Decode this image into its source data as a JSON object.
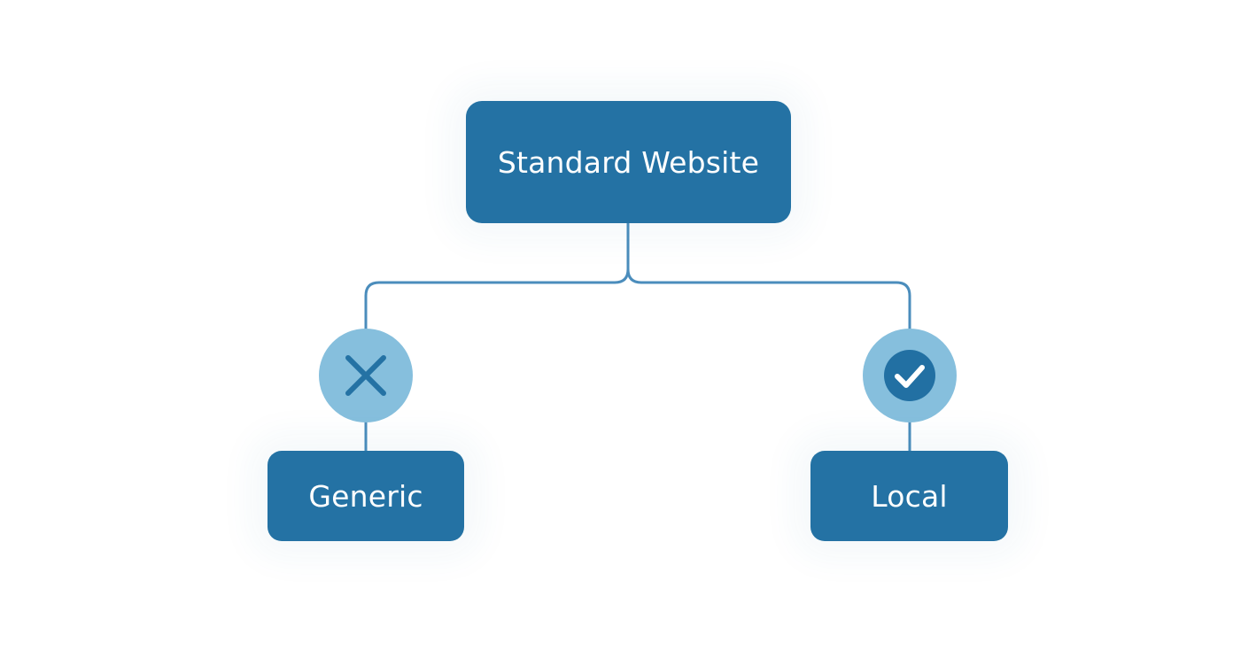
{
  "diagram": {
    "root": {
      "label": "Standard Website"
    },
    "branches": [
      {
        "label": "Generic",
        "status": "rejected",
        "icon": "x-icon"
      },
      {
        "label": "Local",
        "status": "approved",
        "icon": "check-circle-icon"
      }
    ]
  },
  "colors": {
    "node_fill": "#2472a4",
    "badge_fill": "#86bfdd",
    "connector": "#4b8dbc",
    "check_disc": "#2270a3",
    "text": "#ffffff"
  }
}
